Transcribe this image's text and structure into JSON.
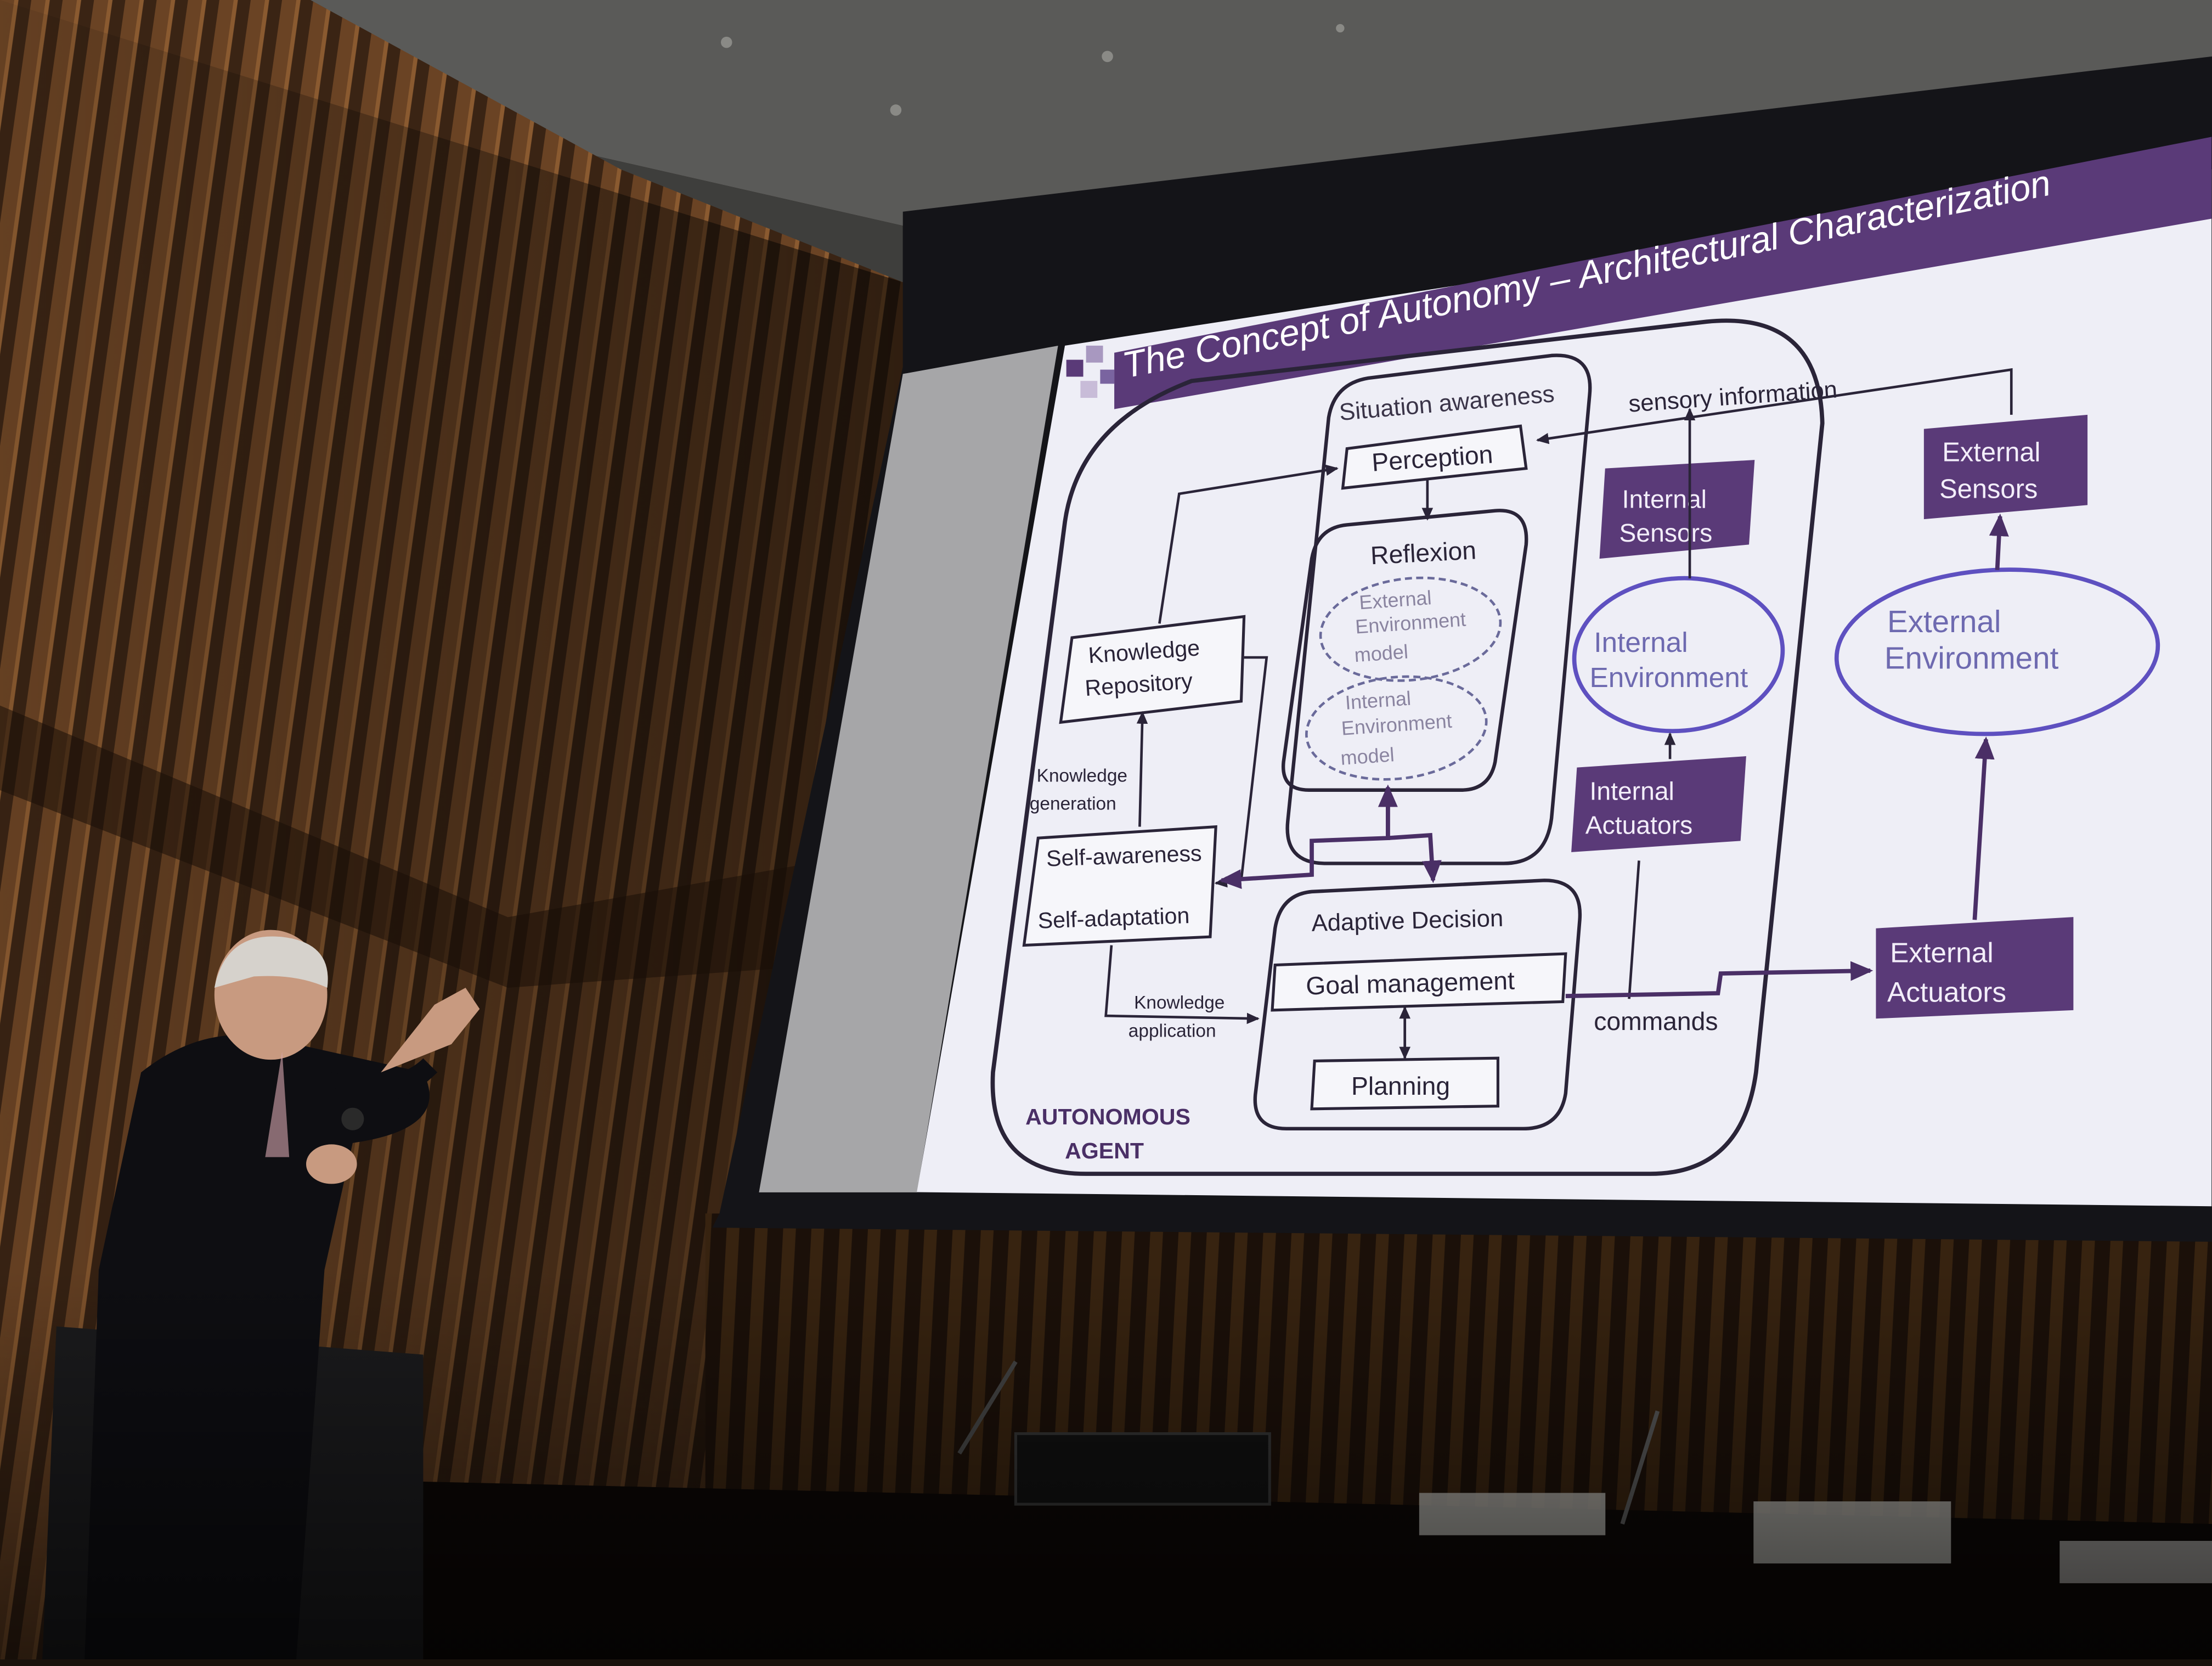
{
  "slide": {
    "title": "The Concept of Autonomy –  Architectural Characterization",
    "situation_awareness": "Situation awareness",
    "perception": "Perception",
    "reflexion": "Reflexion",
    "external_env_model": [
      "External",
      "Environment",
      "model"
    ],
    "internal_env_model": [
      "Internal",
      "Environment",
      "model"
    ],
    "knowledge_repository": [
      "Knowledge",
      "Repository"
    ],
    "knowledge_generation": [
      "Knowledge",
      "generation"
    ],
    "self_awareness": "Self-awareness",
    "self_adaptation": "Self-adaptation",
    "knowledge_application": [
      "Knowledge",
      "application"
    ],
    "adaptive_decision": "Adaptive Decision",
    "goal_management": "Goal management",
    "planning": "Planning",
    "autonomous_agent": [
      "AUTONOMOUS",
      "AGENT"
    ],
    "sensory_information": "sensory information",
    "internal_sensors": [
      "Internal",
      "Sensors"
    ],
    "internal_environment": [
      "Internal",
      "Environment"
    ],
    "internal_actuators": [
      "Internal",
      "Actuators"
    ],
    "commands": "commands",
    "external_sensors": [
      "External",
      "Sensors"
    ],
    "external_environment": [
      "External",
      "Environment"
    ],
    "external_actuators": [
      "External",
      "Actuators"
    ]
  },
  "colors": {
    "accent": "#5a3a78",
    "slide_bg": "#eeeef6",
    "line": "#2a2438",
    "ellipse_stroke": "#5e50c0",
    "label_text": "#f3eefa"
  }
}
